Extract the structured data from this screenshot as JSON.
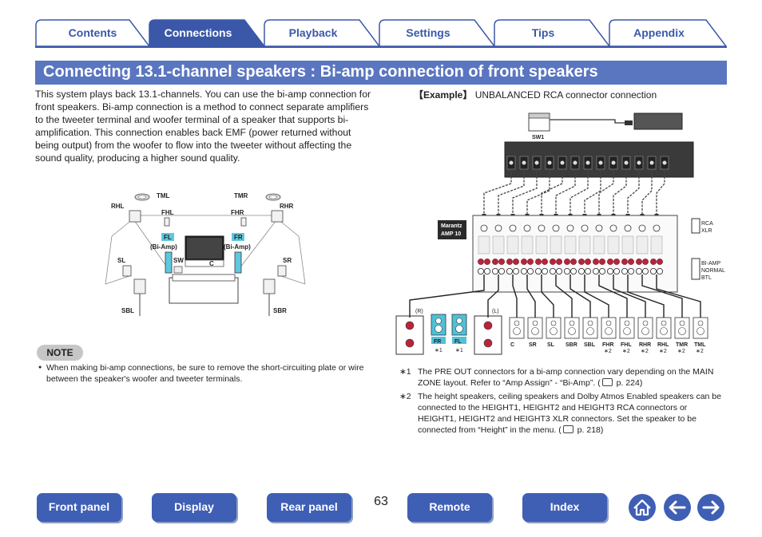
{
  "tabs": [
    {
      "label": "Contents",
      "active": false
    },
    {
      "label": "Connections",
      "active": true
    },
    {
      "label": "Playback",
      "active": false
    },
    {
      "label": "Settings",
      "active": false
    },
    {
      "label": "Tips",
      "active": false
    },
    {
      "label": "Appendix",
      "active": false
    }
  ],
  "page_title": "Connecting 13.1-channel speakers : Bi-amp connection of front speakers",
  "intro": "This system plays back 13.1-channels. You can use the bi-amp connection for front speakers. Bi-amp connection is a method to connect separate amplifiers to the tweeter terminal and woofer terminal of a speaker that supports bi-amplification. This connection enables back EMF (power returned without being output) from the woofer to flow into the tweeter without affecting the sound quality, producing a higher sound quality.",
  "example": {
    "prefix": "【Example】",
    "text": " UNBALANCED RCA connector connection"
  },
  "room_diagram": {
    "labels": {
      "tml": "TML",
      "tmr": "TMR",
      "rhl": "RHL",
      "rhr": "RHR",
      "fhl": "FHL",
      "fhr": "FHR",
      "fl": "FL",
      "fr": "FR",
      "fl_biamp": "(Bi-Amp)",
      "fr_biamp": "(Bi-Amp)",
      "sw": "SW",
      "c": "C",
      "sl": "SL",
      "sr": "SR",
      "sbl": "SBL",
      "sbr": "SBR"
    }
  },
  "wiring_diagram": {
    "sw1": "SW1",
    "amp_label_line1": "Marantz",
    "amp_label_line2": "AMP 10",
    "rca_option": "RCA",
    "xlr_option": "XLR",
    "biamp_option": "BI-AMP",
    "normal_option": "NORMAL",
    "btl_option": "BTL",
    "left_right": {
      "r": "(R)",
      "l": "(L)"
    },
    "front_speakers": [
      {
        "label": "FR",
        "note": "∗1"
      },
      {
        "label": "FL",
        "note": "∗1"
      }
    ],
    "speakers": [
      {
        "label": "C",
        "note": ""
      },
      {
        "label": "SR",
        "note": ""
      },
      {
        "label": "SL",
        "note": ""
      },
      {
        "label": "SBR",
        "note": ""
      },
      {
        "label": "SBL",
        "note": ""
      },
      {
        "label": "FHR",
        "note": "∗2"
      },
      {
        "label": "FHL",
        "note": "∗2"
      },
      {
        "label": "RHR",
        "note": "∗2"
      },
      {
        "label": "RHL",
        "note": "∗2"
      },
      {
        "label": "TMR",
        "note": "∗2"
      },
      {
        "label": "TML",
        "note": "∗2"
      }
    ],
    "colors": {
      "terminal_red": "#b8253a",
      "highlight_cyan": "#4fc1d9",
      "pre_out": "#c03040"
    }
  },
  "note": {
    "badge": "NOTE",
    "bullet": "●",
    "text": "When making bi-amp connections, be sure to remove the short-circuiting plate or wire between the speaker's woofer and tweeter terminals."
  },
  "footnotes": [
    {
      "mark": "∗1",
      "text_before": "The PRE OUT connectors for a bi-amp connection vary depending on the MAIN ZONE layout. Refer to “Amp Assign” - “Bi-Amp”.  (",
      "ref": " p. 224)"
    },
    {
      "mark": "∗2",
      "text_before": "The height speakers, ceiling speakers and Dolby Atmos Enabled speakers can be connected to the HEIGHT1, HEIGHT2 and HEIGHT3 RCA connectors or HEIGHT1, HEIGHT2 and HEIGHT3 XLR connectors. Set the speaker to be connected from “Height” in the menu.  (",
      "ref": " p. 218)"
    }
  ],
  "footer": {
    "page_number": "63",
    "buttons": [
      "Front panel",
      "Display",
      "Rear panel",
      "Remote",
      "Index"
    ],
    "icons": [
      "home-icon",
      "back-arrow-icon",
      "forward-arrow-icon"
    ]
  },
  "colors": {
    "accent": "#3b58a8",
    "title_bar": "#5b76c0",
    "nav_button": "#3f5fb5",
    "note_badge": "#c6c6c6"
  }
}
